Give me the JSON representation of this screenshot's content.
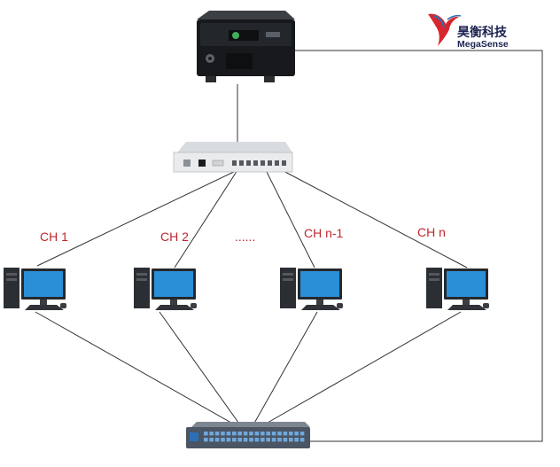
{
  "logo": {
    "cn": "昊衡科技",
    "en": "MegaSense",
    "colors": {
      "bird_red": "#d7262e",
      "bird_blue": "#2c6fb6",
      "text": "#1b2250"
    }
  },
  "channels": [
    {
      "label": "CH 1"
    },
    {
      "label": "CH 2"
    },
    {
      "label": "CH n-1"
    },
    {
      "label": "CH n"
    }
  ],
  "ellipsis": "......",
  "colors": {
    "label_red": "#c0262b",
    "line": "#333333",
    "monitor_blue": "#2a8fd6"
  },
  "nodes": {
    "top_device": "interrogator-instrument",
    "middle_device": "optical-switch",
    "bottom_device": "network-switch",
    "workstations": [
      "workstation-1",
      "workstation-2",
      "workstation-n-1",
      "workstation-n"
    ]
  }
}
